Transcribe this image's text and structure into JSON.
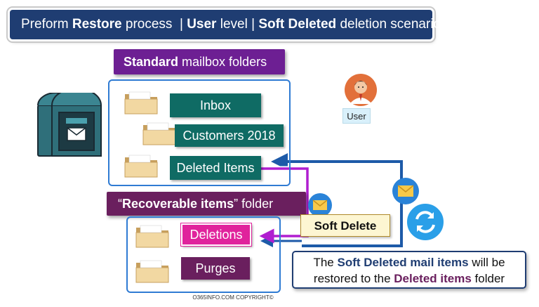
{
  "title": {
    "part1": "Preform ",
    "part2_bold": "Restore",
    "part3": " process  | ",
    "part4_bold": "User",
    "part5": " level | ",
    "part6_bold": "Soft Deleted",
    "part7": " deletion scenario"
  },
  "standard_header": {
    "bold": "Standard",
    "rest": " mailbox folders"
  },
  "standard_folders": [
    "Inbox",
    "Customers 2018",
    "Deleted Items"
  ],
  "recoverable_header": {
    "quote_open": "“",
    "bold": "Recoverable items",
    "rest": "” folder"
  },
  "recoverable_folders": [
    "Deletions",
    "Purges"
  ],
  "user_label": "User",
  "soft_delete_label": "Soft Delete",
  "callout": {
    "line1_a": "The ",
    "line1_bold": "Soft Deleted mail items",
    "line1_b": " will be",
    "line2_a": "restored to the ",
    "line2_bold": "Deleted items",
    "line2_b": " folder"
  },
  "copyright": "O365INFO.COM COPYRIGHT©",
  "icons": [
    "mailbox-icon",
    "user-avatar-icon",
    "email-envelope-icon",
    "refresh-icon",
    "folder-icon"
  ],
  "colors": {
    "title_bg": "#1f3d72",
    "header_purple": "#6d1f93",
    "recoverable_header": "#6a1f5e",
    "folder_label_teal": "#0f6b64",
    "deletions_pink": "#e0239c",
    "frame_blue": "#2f7bd3",
    "arrow_blue": "#1d5aa8",
    "arrow_purple": "#b01ed0",
    "soft_delete_bg": "#fdf6d2"
  }
}
